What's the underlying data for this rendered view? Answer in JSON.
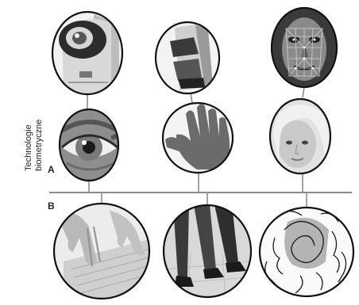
{
  "diagram": {
    "side_label_line1": "Technologie",
    "side_label_line2": "biometryczne",
    "row_a_label": "A",
    "row_b_label": "B",
    "top_row_icons": [
      "iris-scanner-device-icon",
      "fingerprint-reader-device-icon",
      "face-recognition-mesh-icon"
    ],
    "middle_row_icons": [
      "eye-photo-icon",
      "hand-photo-icon",
      "face-photo-icon"
    ],
    "bottom_row_icons": [
      "typing-hands-photo-icon",
      "walking-legs-photo-icon",
      "signature-drawing-icon"
    ],
    "colors": {
      "line": "#8c8c8c",
      "circle_border": "#111111",
      "photo_gray": "#bdbdbd"
    }
  }
}
